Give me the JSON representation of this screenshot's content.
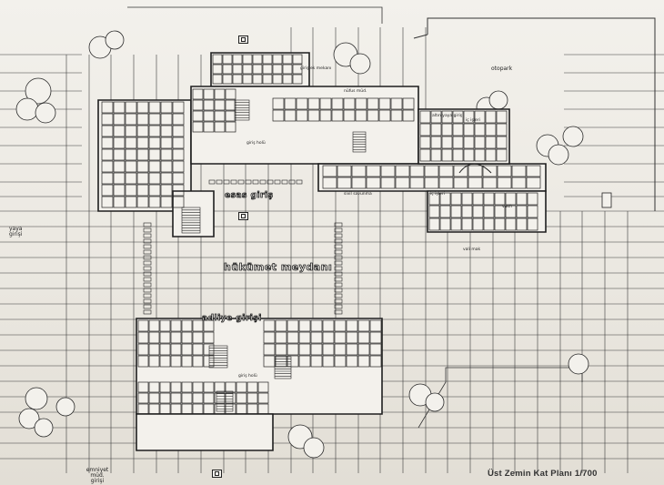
{
  "caption": "Üst Zemin Kat Planı 1/700",
  "entrances": {
    "main": "esas giriş",
    "court": "adliye girişi",
    "security": "emniyet müd. girişi",
    "west": "yaya girişi"
  },
  "central_square": "hükümet meydanı",
  "parking": "otopark",
  "rooms": {
    "nufus": "nüfus müd.",
    "giris_holu_north": "giriş holü",
    "giris_holu_south": "giriş holü",
    "giris_ek": "giriş ek mekanı",
    "ic_isleri": "iç işleri",
    "ic_isleri2": "iç işleri",
    "altin_yaya": "altın yaya giriş",
    "sivil_savunma": "sivil savunma",
    "vali_mak": "vali mak",
    "vakfi": "vakfı"
  },
  "icons": [
    "elevator-icon",
    "parked-car-icon",
    "tree-icon"
  ]
}
